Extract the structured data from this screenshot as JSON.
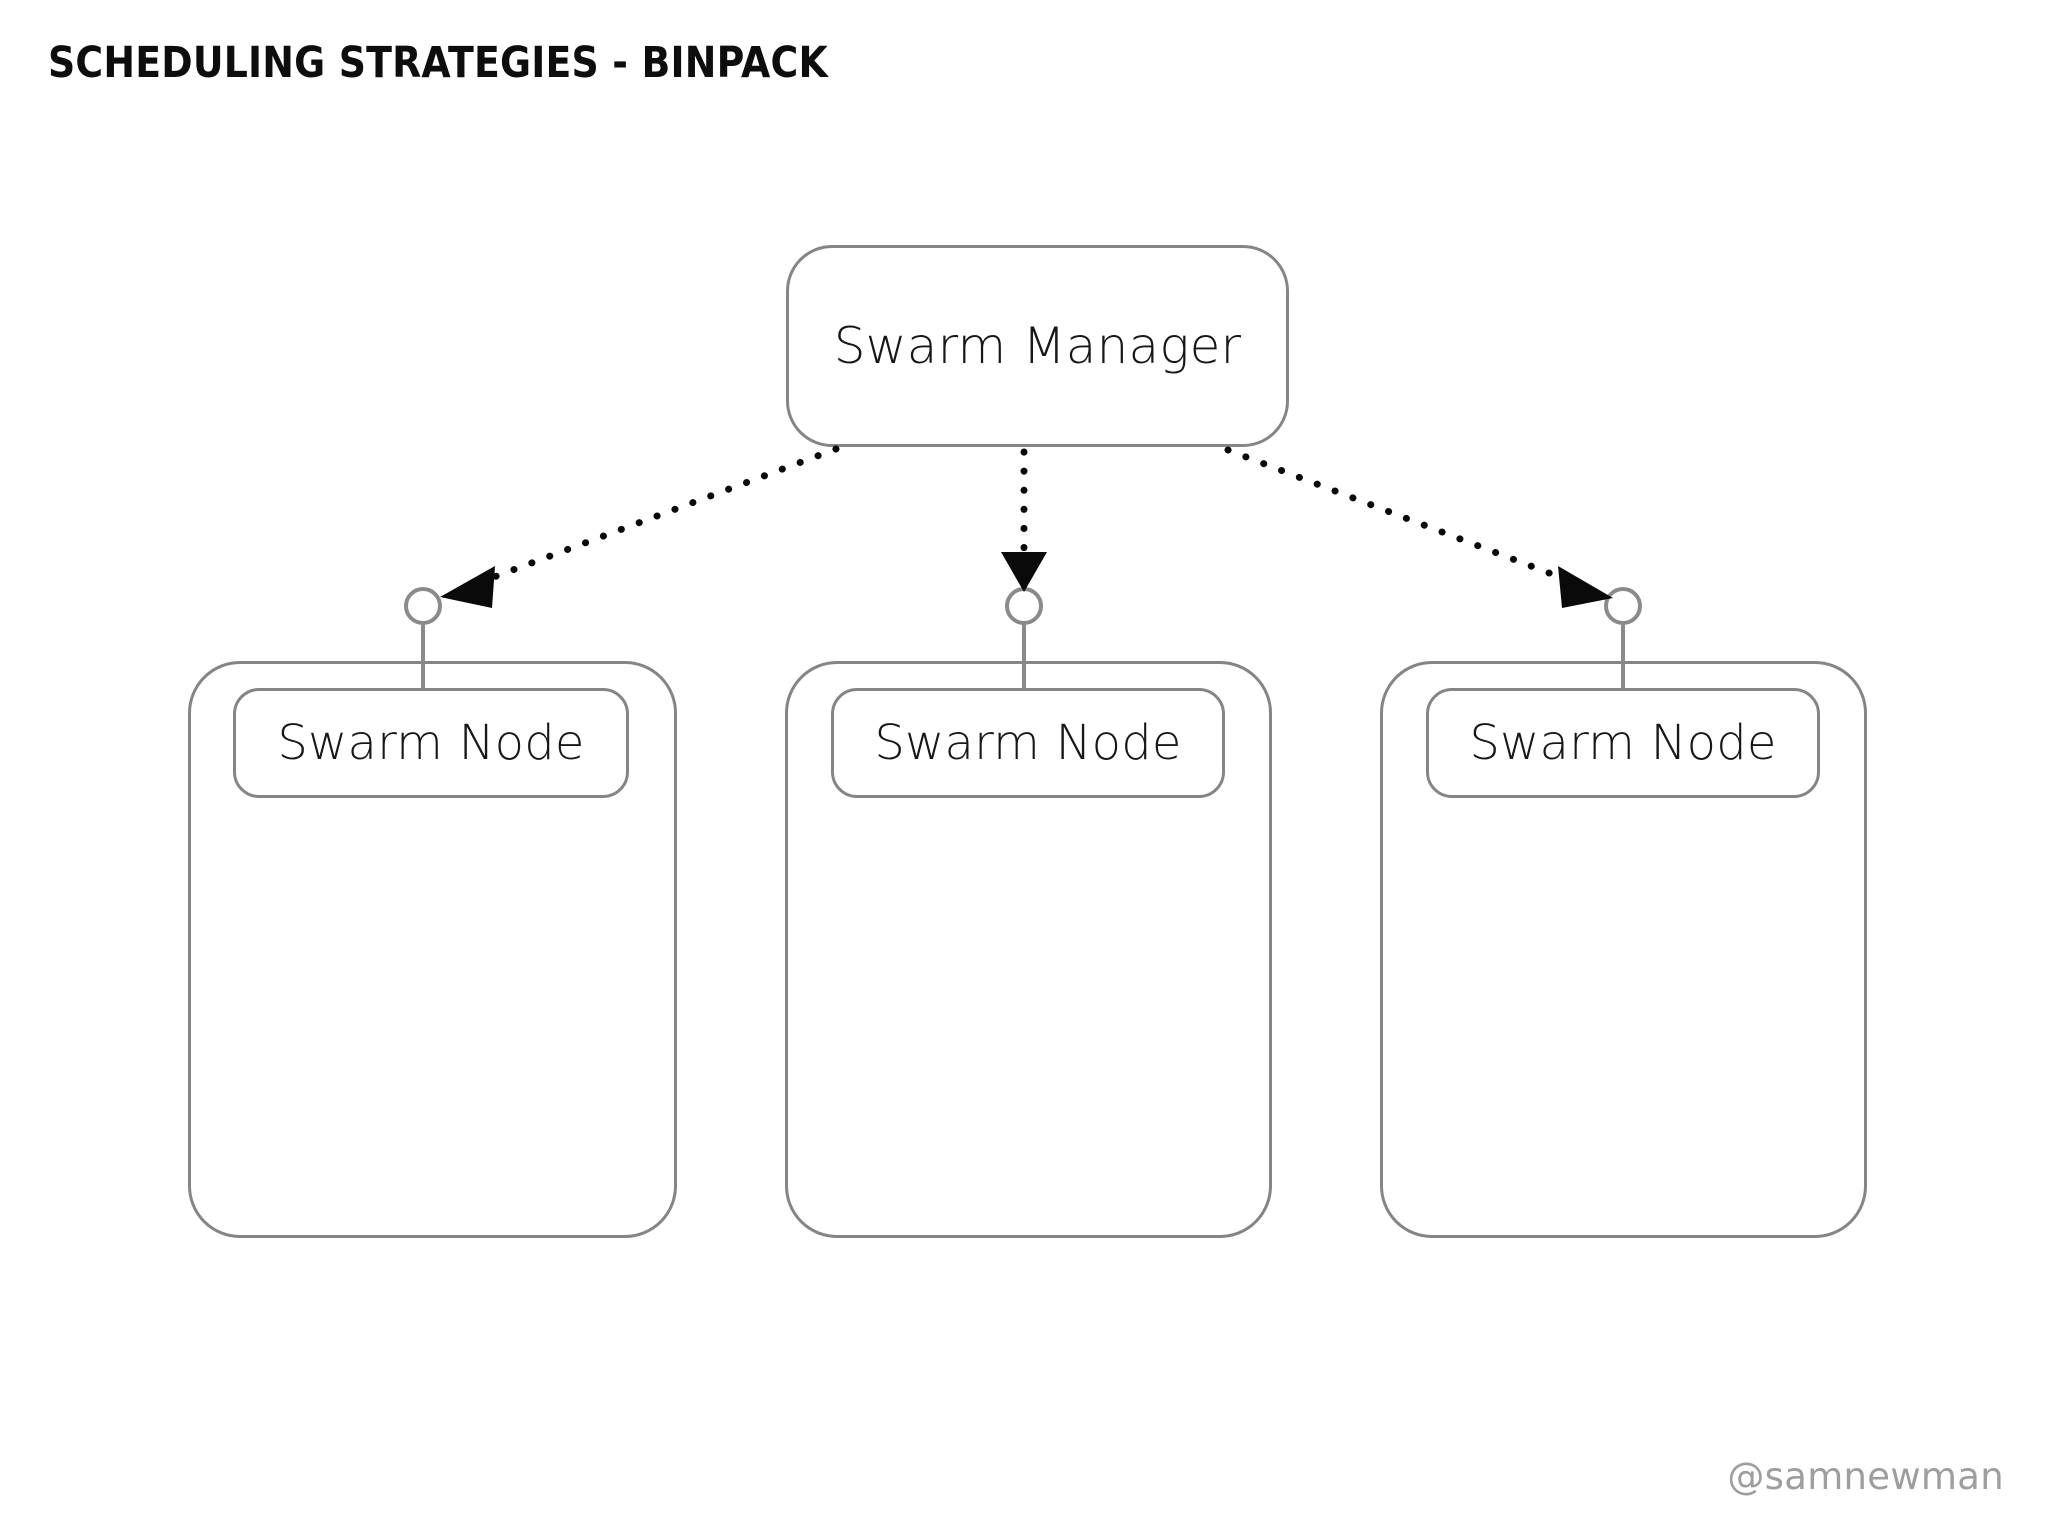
{
  "slide": {
    "title": "SCHEDULING STRATEGIES - BINPACK",
    "watermark": "@samnewman",
    "background_color": "#ffffff",
    "box_border_color": "#858585",
    "text_color": "#171717",
    "edge_color": "#0a0a0a",
    "watermark_color": "#9e9e9e"
  },
  "manager": {
    "label": "Swarm Manager"
  },
  "nodes": [
    {
      "label": "Swarm Node"
    },
    {
      "label": "Swarm Node"
    },
    {
      "label": "Swarm Node"
    }
  ],
  "edges": [
    {
      "from": "manager",
      "to": "node-1",
      "style": "dotted",
      "arrow": "to-target"
    },
    {
      "from": "manager",
      "to": "node-2",
      "style": "dotted",
      "arrow": "to-target"
    },
    {
      "from": "manager",
      "to": "node-3",
      "style": "dotted",
      "arrow": "to-target"
    }
  ]
}
